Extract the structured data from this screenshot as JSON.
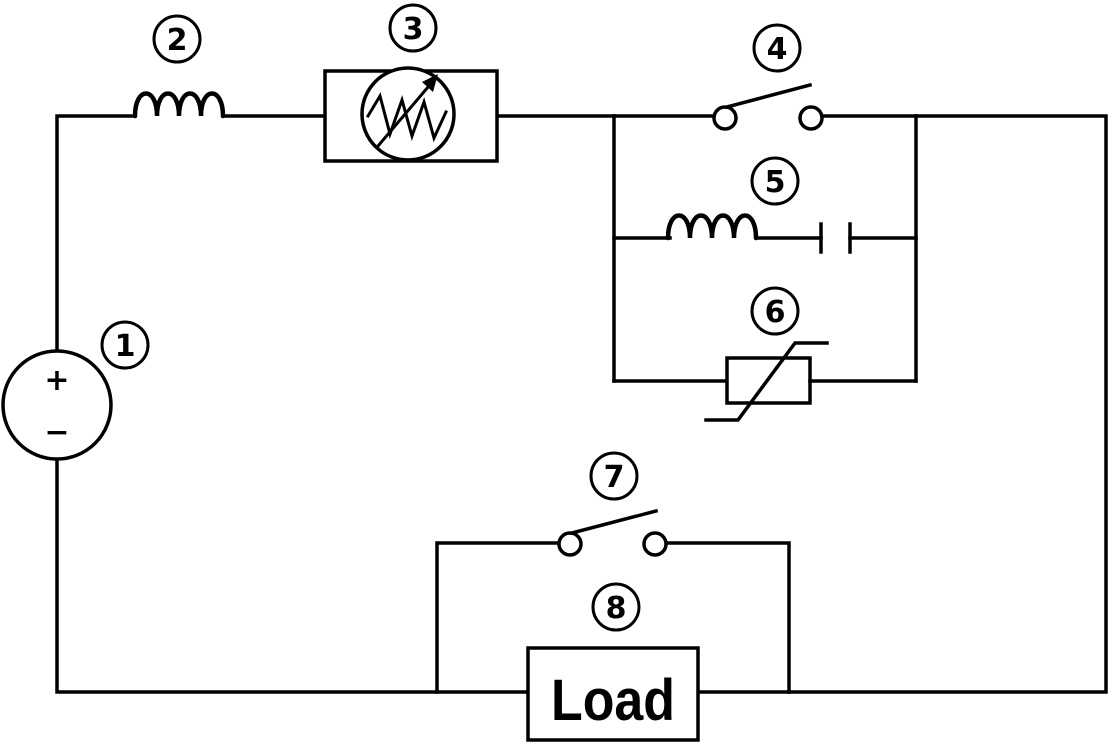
{
  "components": [
    {
      "number": "1",
      "type": "dc-voltage-source",
      "plus_sign": "+",
      "minus_sign": "−"
    },
    {
      "number": "2",
      "type": "inductor"
    },
    {
      "number": "3",
      "type": "variable-resistor-meter"
    },
    {
      "number": "4",
      "type": "switch"
    },
    {
      "number": "5",
      "type": "inductor-capacitor-series"
    },
    {
      "number": "6",
      "type": "varistor"
    },
    {
      "number": "7",
      "type": "switch"
    },
    {
      "number": "8",
      "type": "load",
      "label": "Load"
    }
  ],
  "colors": {
    "line": "#000000",
    "background": "#ffffff"
  }
}
